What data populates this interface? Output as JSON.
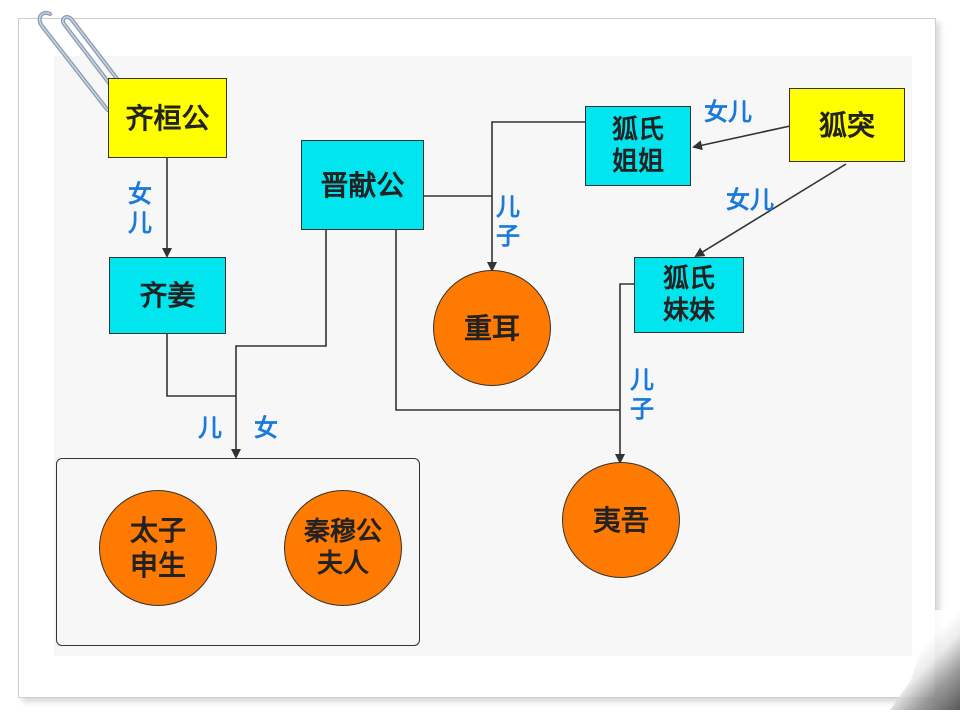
{
  "nodes": {
    "qi_huan_gong": "齐桓公",
    "jin_xian_gong": "晋献公",
    "qi_jiang": "齐姜",
    "hu_shi_jiejie": "狐氏\n姐姐",
    "hu_tu": "狐突",
    "hu_shi_meimei": "狐氏\n妹妹",
    "chong_er": "重耳",
    "yi_wu": "夷吾",
    "taizi_shensheng": "太子\n申生",
    "qin_mu_gong_furen": "秦穆公\n夫人"
  },
  "edge_labels": {
    "qihuan_to_qijiang": "女\n儿",
    "hutu_to_jiejie": "女儿",
    "hutu_to_meimei": "女儿",
    "jiejie_to_chonger": "儿\n子",
    "meimei_to_yiwu": "儿\n子",
    "group_son": "儿",
    "group_daughter": "女"
  },
  "colors": {
    "yellow_box": "#ffff00",
    "cyan_box": "#00e5ee",
    "orange_circle": "#ff7a00",
    "label_blue": "#1a7ad9"
  },
  "icons": [
    "paperclip-icon"
  ]
}
